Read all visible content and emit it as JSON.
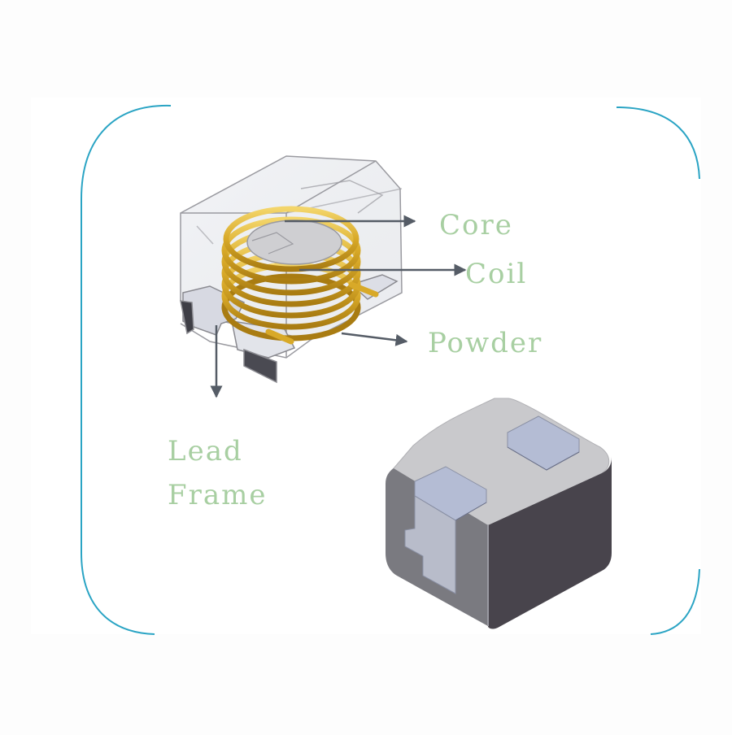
{
  "diagram": {
    "labels": {
      "core": "Core",
      "coil": "Coil",
      "powder": "Powder",
      "lead_line1": "Lead",
      "lead_line2": "Frame"
    },
    "colors": {
      "label_text": "#a8cfa2",
      "frame_border": "#2aa4c4",
      "arrow": "#555c66",
      "coil_gold": "#d8a928",
      "coil_highlight": "#f3d56a",
      "housing_edge": "#9a9aa0",
      "core_gray": "#cfcfd2",
      "body_gray": "#7a7a80",
      "body_dark": "#48444c",
      "body_top": "#c9c9cc",
      "terminal": "#b4bcd4"
    }
  }
}
